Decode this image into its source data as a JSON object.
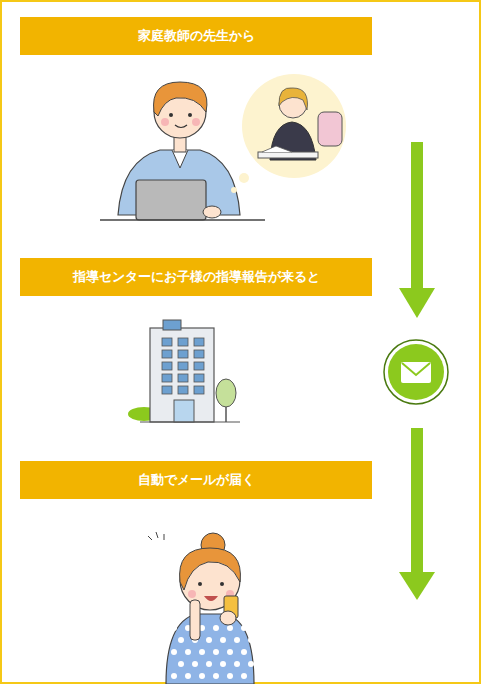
{
  "diagram": {
    "nodes": [
      {
        "text": [
          "家庭教師の先生から"
        ]
      },
      {
        "text": [
          "指導センターにお子様の指導報告が来ると"
        ]
      },
      {
        "text": [
          "自動でメールが届く"
        ]
      }
    ]
  }
}
